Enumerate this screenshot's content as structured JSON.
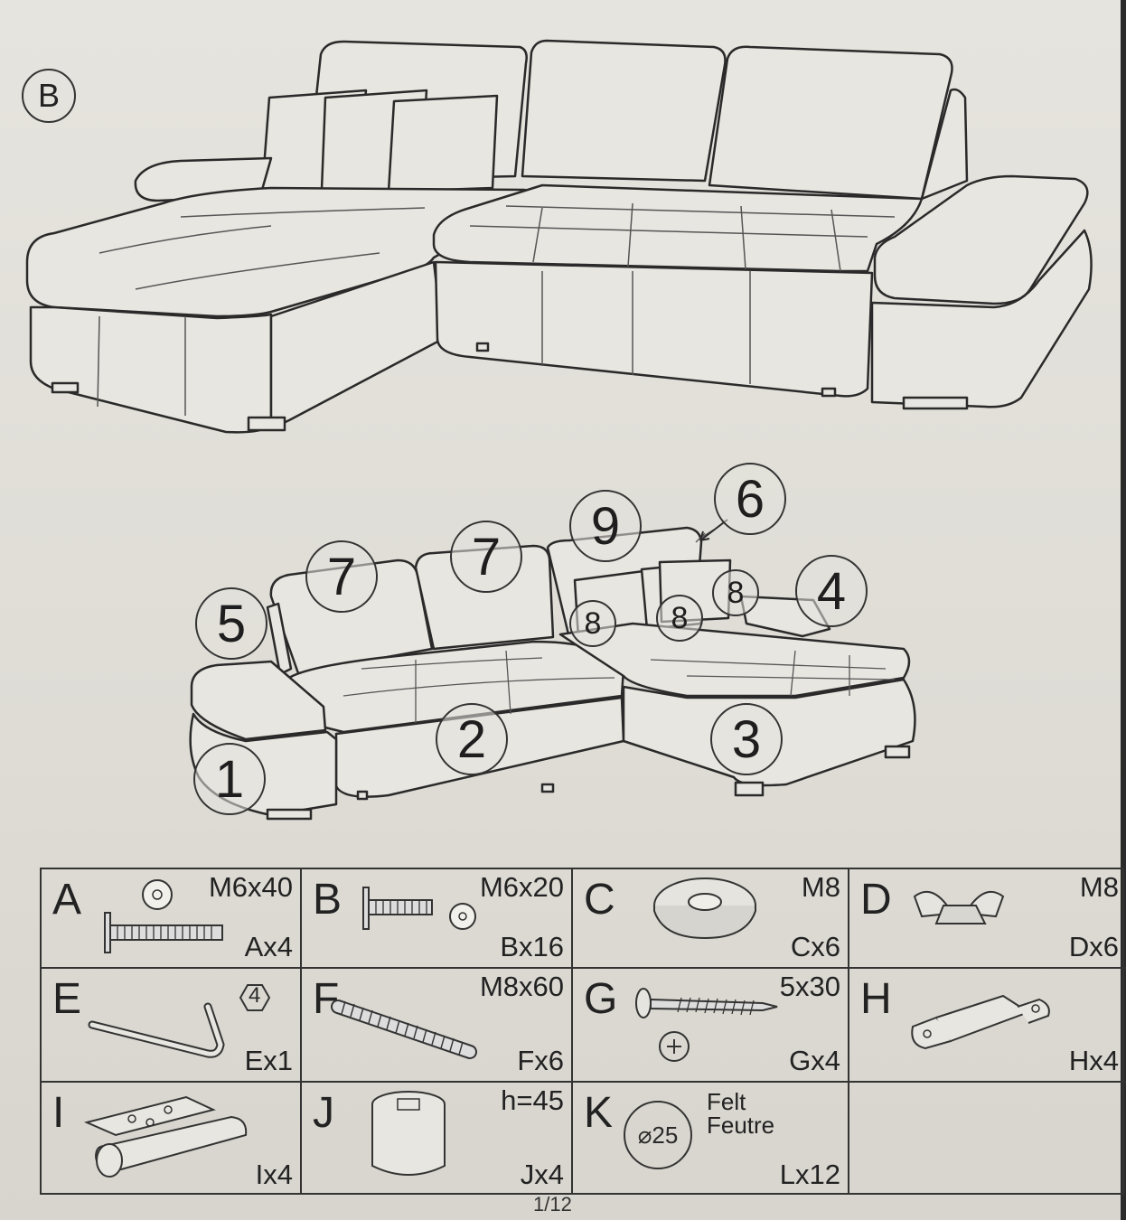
{
  "step_badge": "B",
  "callouts": [
    "1",
    "2",
    "3",
    "4",
    "5",
    "6",
    "7",
    "7",
    "8",
    "8",
    "8",
    "9"
  ],
  "parts": [
    {
      "letter": "A",
      "spec": "M6x40",
      "qty": "Ax4",
      "icon": "bolt-with-washer-icon"
    },
    {
      "letter": "B",
      "spec": "M6x20",
      "qty": "Bx16",
      "icon": "short-bolt-with-washer-icon"
    },
    {
      "letter": "C",
      "spec": "M8",
      "qty": "Cx6",
      "icon": "flat-washer-icon"
    },
    {
      "letter": "D",
      "spec": "M8",
      "qty": "Dx6",
      "icon": "wing-nut-icon"
    },
    {
      "letter": "E",
      "spec": "4",
      "qty": "Ex1",
      "icon": "hex-key-icon"
    },
    {
      "letter": "F",
      "spec": "M8x60",
      "qty": "Fx6",
      "icon": "threaded-rod-icon"
    },
    {
      "letter": "G",
      "spec": "5x30",
      "qty": "Gx4",
      "icon": "wood-screw-icon"
    },
    {
      "letter": "H",
      "spec": "",
      "qty": "Hx4",
      "icon": "connector-bracket-icon"
    },
    {
      "letter": "I",
      "spec": "",
      "qty": "Ix4",
      "icon": "metal-leg-icon"
    },
    {
      "letter": "J",
      "spec": "h=45",
      "qty": "Jx4",
      "icon": "plastic-foot-icon"
    },
    {
      "letter": "K",
      "spec": "",
      "qty": "Lx12",
      "icon": "felt-pad-icon",
      "felt_line1": "Felt",
      "felt_line2": "Feutre",
      "diameter": "⌀25"
    }
  ],
  "page_number": "1/12"
}
